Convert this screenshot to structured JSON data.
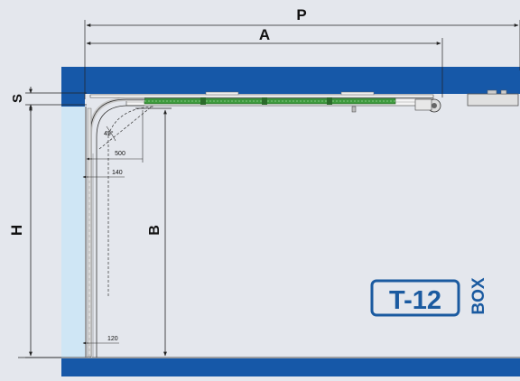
{
  "diagram": {
    "dimensions": {
      "P": "P",
      "A": "A",
      "S": "S",
      "H": "H",
      "B": "B"
    },
    "annotations": {
      "angle": "45°",
      "radius_offset": "500",
      "side_upper": "140",
      "side_lower": "120"
    },
    "logo": {
      "model": "T-12",
      "suffix": "BOX"
    },
    "colors": {
      "wall_blue": "#1658a8",
      "opening_light": "#cfe6f5",
      "background": "#e4e7ed",
      "spring_green": "#3d9a3d",
      "line_dark": "#222222",
      "logo_blue": "#1a5aa0"
    }
  }
}
